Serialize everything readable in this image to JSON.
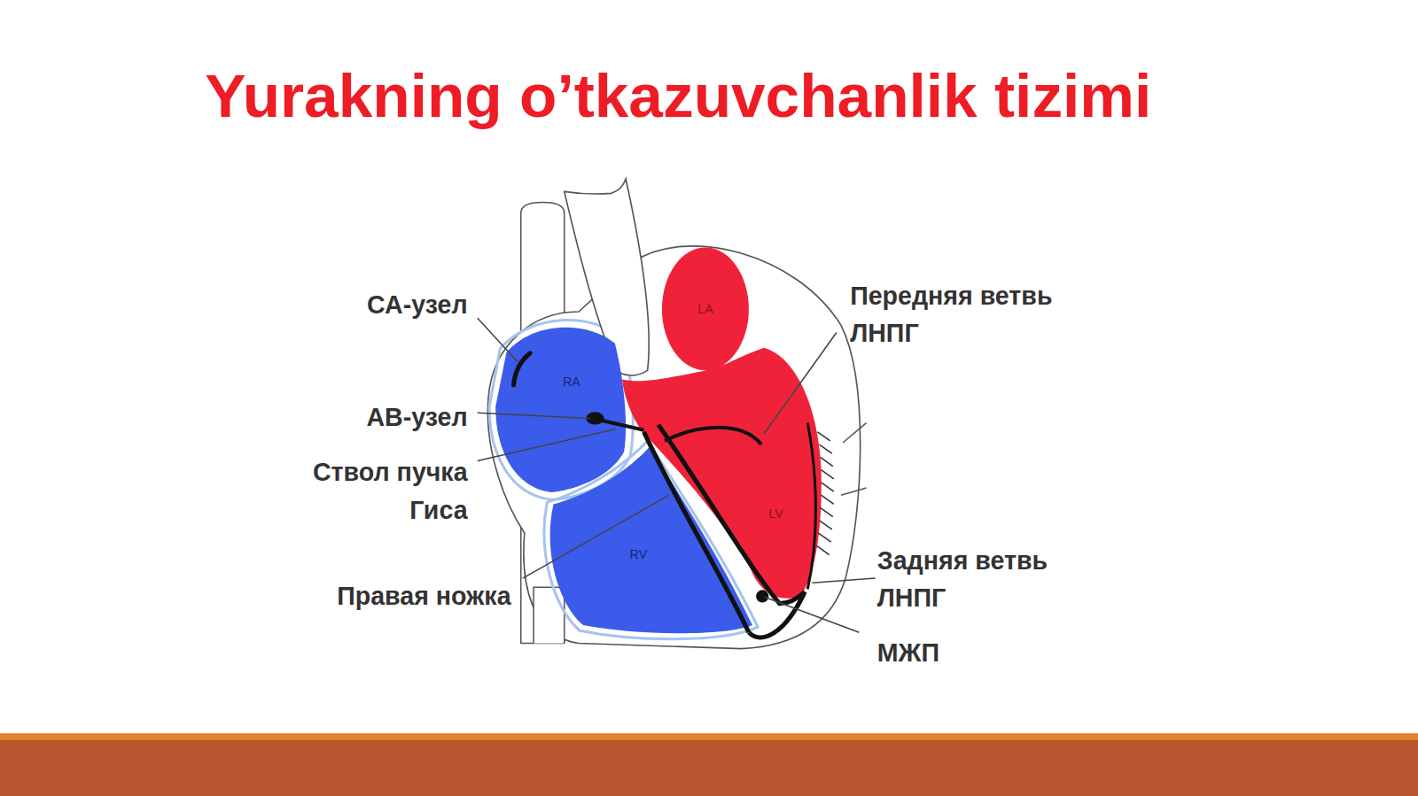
{
  "diagram": {
    "title": "Yurakning o’tkazuvchanlik tizimi",
    "nodes": [
      {
        "text": [
          "LA"
        ]
      },
      {
        "text": [
          "RA"
        ]
      },
      {
        "text": [
          "LV"
        ]
      },
      {
        "text": [
          "RV"
        ]
      }
    ],
    "labels": [
      "СА-узел",
      "АВ-узел",
      "Ствол пучка Гиса",
      "Правая ножка",
      "Передняя ветвь ЛНПГ",
      "Задняя ветвь ЛНПГ",
      "МЖП"
    ]
  }
}
